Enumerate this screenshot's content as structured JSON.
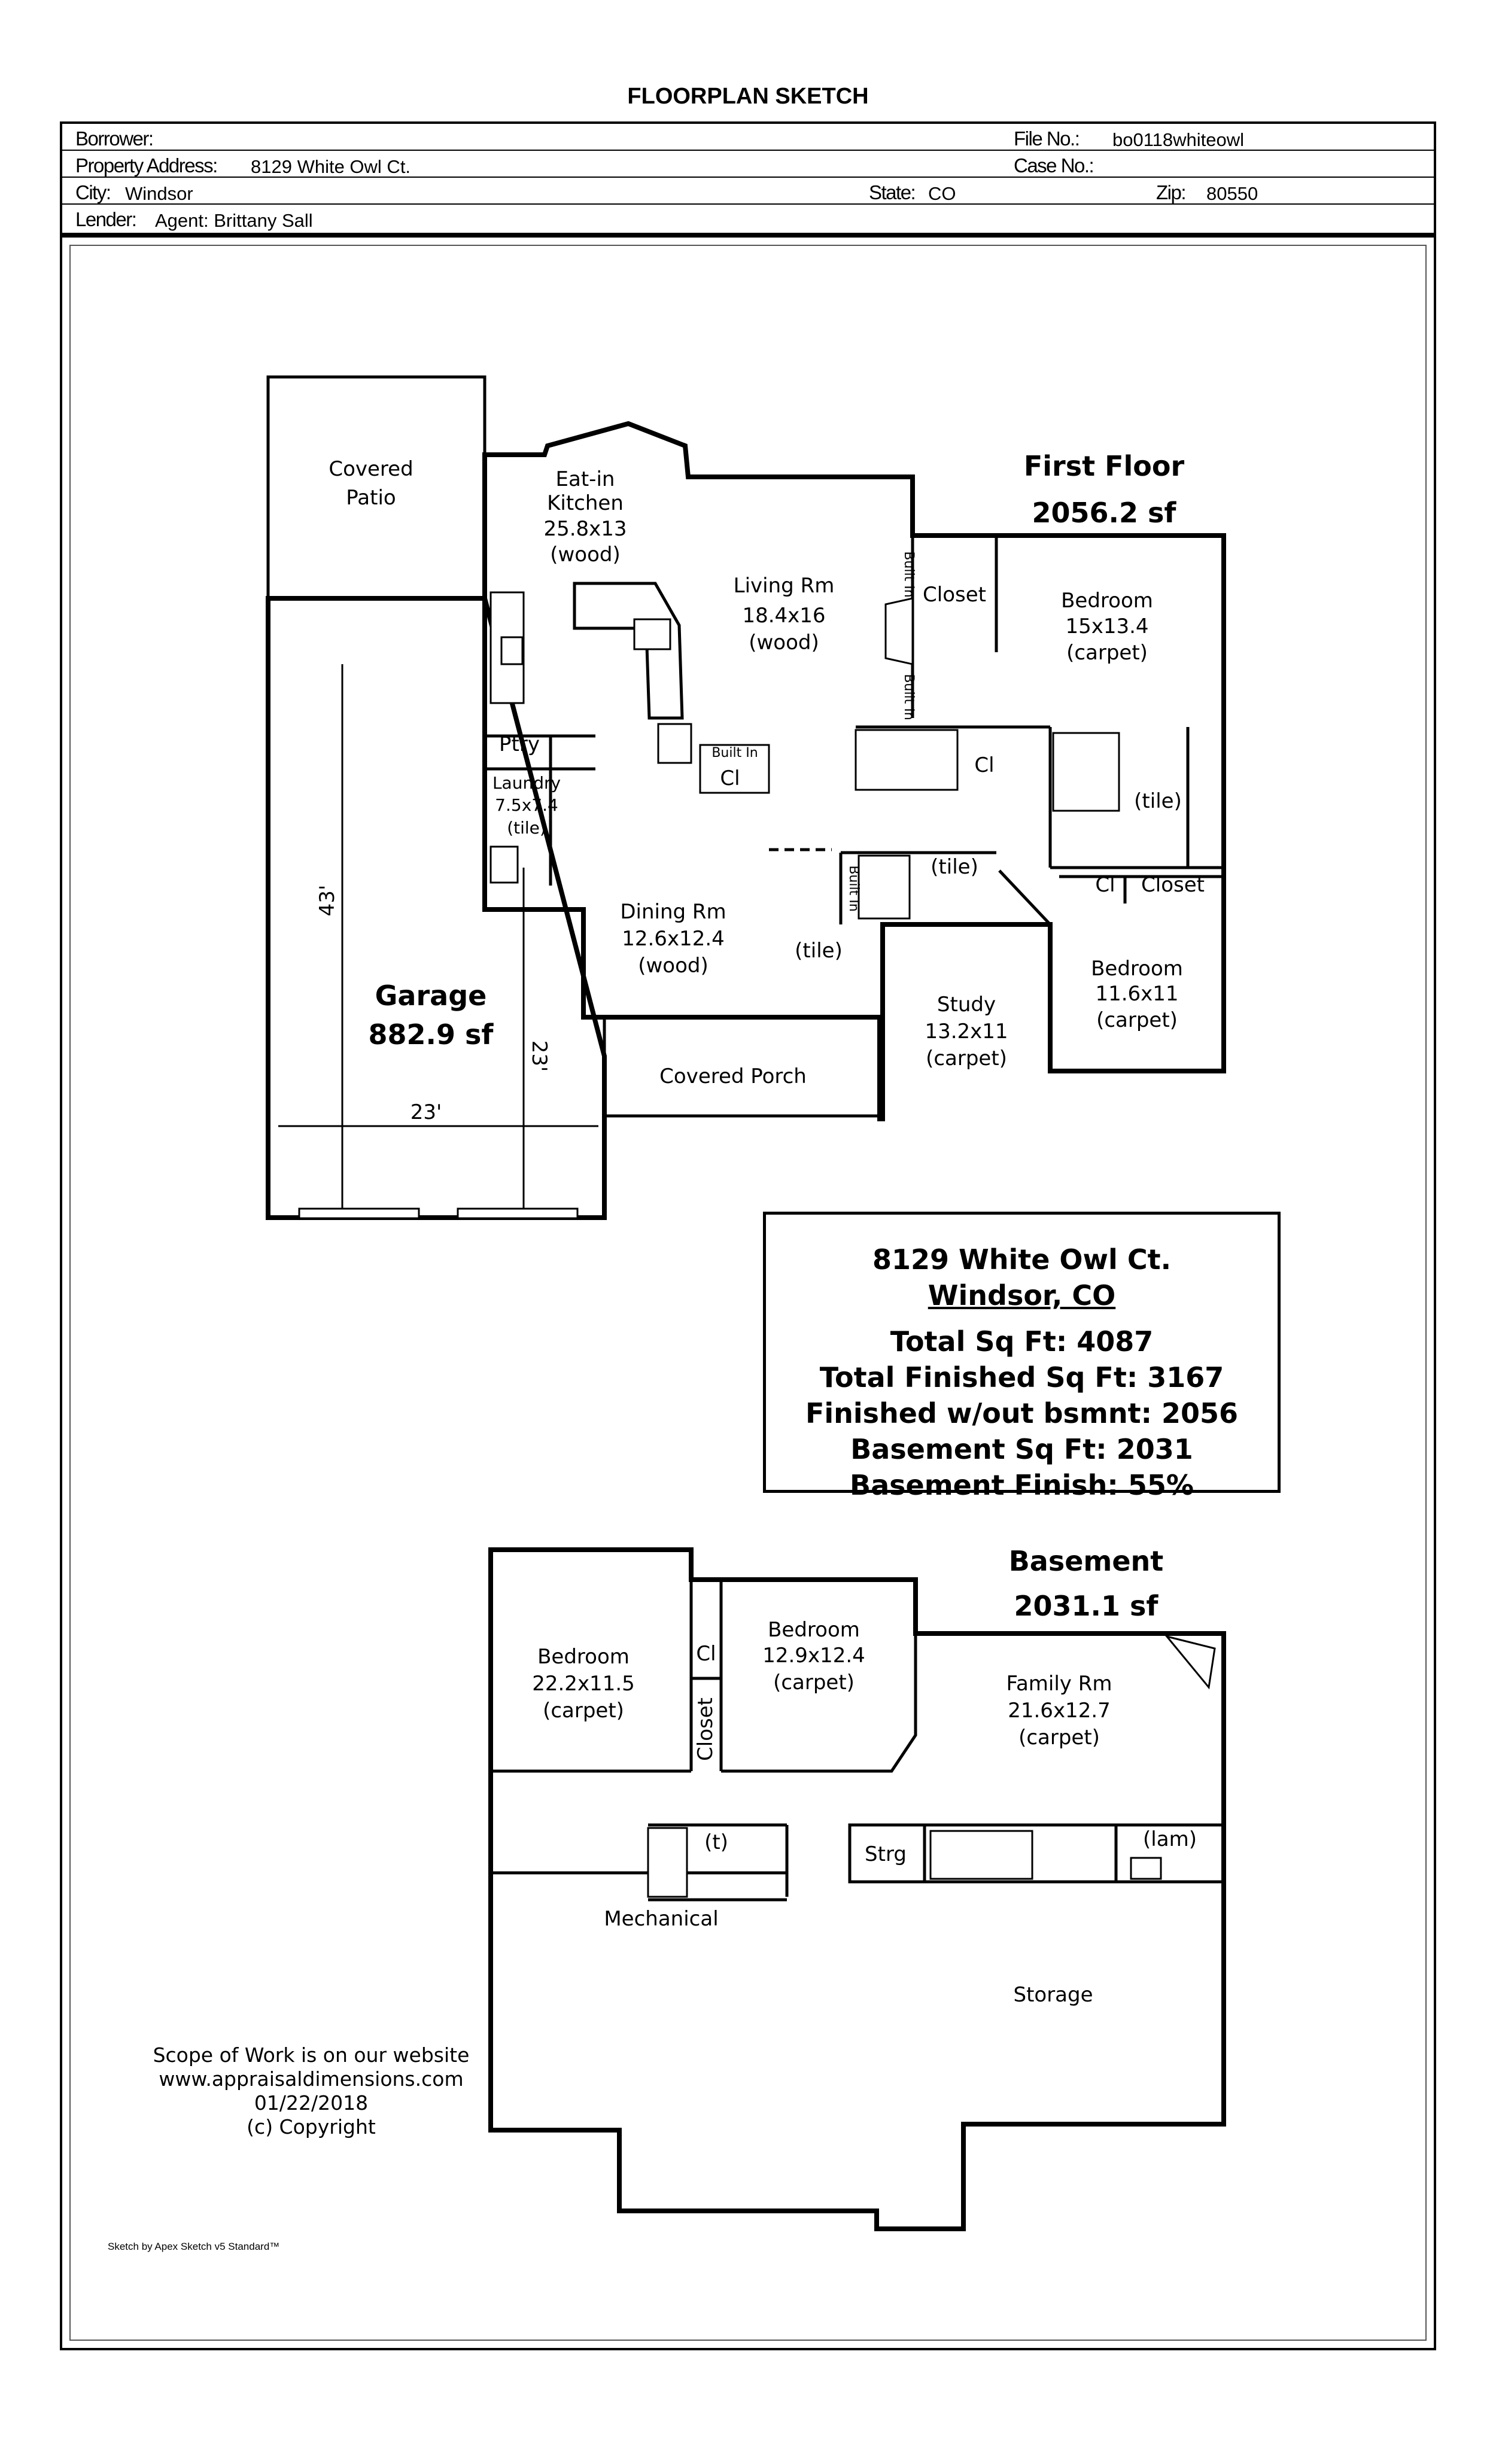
{
  "title": "FLOORPLAN SKETCH",
  "header": {
    "borrower_label": "Borrower:",
    "borrower_value": "",
    "file_no_label": "File No.:",
    "file_no_value": "bo0118whiteowl",
    "property_address_label": "Property Address:",
    "property_address_value": "8129 White Owl Ct.",
    "case_no_label": "Case No.:",
    "case_no_value": "",
    "city_label": "City:",
    "city_value": "Windsor",
    "state_label": "State:",
    "state_value": "CO",
    "zip_label": "Zip:",
    "zip_value": "80550",
    "lender_label": "Lender:",
    "lender_value": "Agent:  Brittany Sall"
  },
  "first_floor": {
    "title": "First Floor",
    "area": "2056.2 sf",
    "rooms": {
      "covered_patio": [
        "Covered",
        "Patio"
      ],
      "kitchen": [
        "Eat-in",
        "Kitchen",
        "25.8x13",
        "(wood)"
      ],
      "living": [
        "Living Rm",
        "18.4x16",
        "(wood)"
      ],
      "closet": "Closet",
      "built_in_1": "Built In",
      "built_in_2": "Built In",
      "built_in_3": "Built In",
      "built_in_4": "Built In",
      "bedroom_1": [
        "Bedroom",
        "15x13.4",
        "(carpet)"
      ],
      "pantry": "Ptry",
      "laundry": [
        "Laundry",
        "7.5x7.4",
        "(tile)"
      ],
      "cl_1": "Cl",
      "cl_2": "Cl",
      "cl_3": "Cl",
      "closet_2": "Closet",
      "tile_1": "(tile)",
      "tile_2": "(tile)",
      "tile_3": "(tile)",
      "dining": [
        "Dining Rm",
        "12.6x12.4",
        "(wood)"
      ],
      "bedroom_2": [
        "Bedroom",
        "11.6x11",
        "(carpet)"
      ],
      "study": [
        "Study",
        "13.2x11",
        "(carpet)"
      ],
      "covered_porch": "Covered Porch"
    },
    "garage": {
      "name": "Garage",
      "area": "882.9 sf",
      "dim_depth": "43'",
      "dim_width": "23'",
      "dim_side": "23'"
    }
  },
  "summary": {
    "address": "8129 White Owl Ct.",
    "city": "Windsor, CO",
    "total": "Total Sq Ft:  4087",
    "total_finished": "Total Finished Sq Ft:  3167",
    "finished_wo_bsmt": "Finished w/out bsmnt:  2056",
    "basement_sqft": "Basement Sq Ft:  2031",
    "basement_finish": "Basement Finish:  55%"
  },
  "basement": {
    "title": "Basement",
    "area": "2031.1 sf",
    "rooms": {
      "bedroom_a": [
        "Bedroom",
        "22.2x11.5",
        "(carpet)"
      ],
      "bedroom_b": [
        "Bedroom",
        "12.9x12.4",
        "(carpet)"
      ],
      "cl": "Cl",
      "closet": "Closet",
      "family": [
        "Family Rm",
        "21.6x12.7",
        "(carpet)"
      ],
      "t": "(t)",
      "strg": "Strg",
      "lam": "(lam)",
      "mechanical": "Mechanical",
      "storage": "Storage"
    }
  },
  "footer": {
    "line1": "Scope of Work is on our website",
    "line2": "www.appraisaldimensions.com",
    "line3": "01/22/2018",
    "line4": "(c) Copyright",
    "credit": "Sketch by Apex Sketch v5 Standard™"
  }
}
